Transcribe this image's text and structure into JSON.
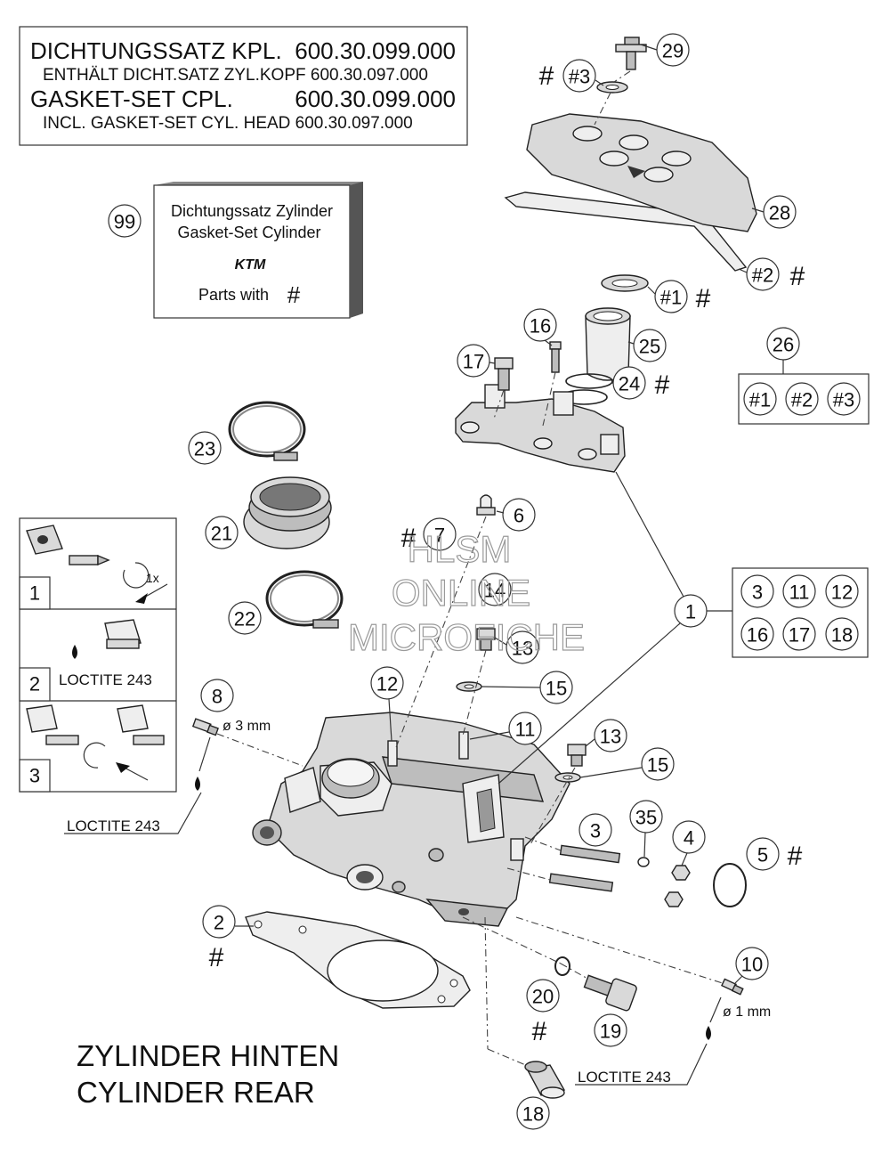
{
  "gasket_box": {
    "line1_name": "DICHTUNGSSATZ KPL.",
    "line1_number": "600.30.099.000",
    "line2": "ENTHÄLT DICHT.SATZ ZYL.KOPF 600.30.097.000",
    "line3_name": "GASKET-SET CPL.",
    "line3_number": "600.30.099.000",
    "line4": "INCL. GASKET-SET CYL. HEAD 600.30.097.000"
  },
  "cylinder_set_box": {
    "line1": "Dichtungssatz Zylinder",
    "line2": "Gasket-Set Cylinder",
    "brand": "KTM",
    "parts_with": "Parts with",
    "hash": "#"
  },
  "callouts": {
    "n1": "1",
    "n2": "2",
    "n3": "3",
    "n4": "4",
    "n5": "5",
    "n6": "6",
    "n8": "8",
    "n10": "10",
    "n11": "11",
    "n12": "12",
    "n13": "13",
    "n14": "14",
    "n15": "15",
    "n16": "16",
    "n17": "17",
    "n18": "18",
    "n19": "19",
    "n20": "20",
    "n21": "21",
    "n22": "22",
    "n23": "23",
    "n24": "24",
    "n25": "25",
    "n26": "26",
    "n28": "28",
    "n29": "29",
    "n35": "35",
    "n99": "99",
    "n7": "7",
    "s1": "#1",
    "s2": "#2",
    "s3": "#3",
    "hash": "#"
  },
  "group_1_members": [
    "3",
    "11",
    "12",
    "16",
    "17",
    "18"
  ],
  "group_26_members": [
    "#1",
    "#2",
    "#3"
  ],
  "steps": {
    "step1": "1",
    "step1_turn": "1x",
    "step2": "2",
    "step2_label": "LOCTITE 243",
    "step3": "3"
  },
  "labels": {
    "dia_3mm": "ø 3 mm",
    "dia_1mm": "ø 1 mm",
    "loctite_left": "LOCTITE 243",
    "loctite_right": "LOCTITE 243"
  },
  "title": {
    "line1": "ZYLINDER HINTEN",
    "line2": "CYLINDER REAR"
  },
  "watermark": {
    "line1": "HLSM",
    "line2": "ONLINE",
    "line3": "MICROFICHE"
  }
}
